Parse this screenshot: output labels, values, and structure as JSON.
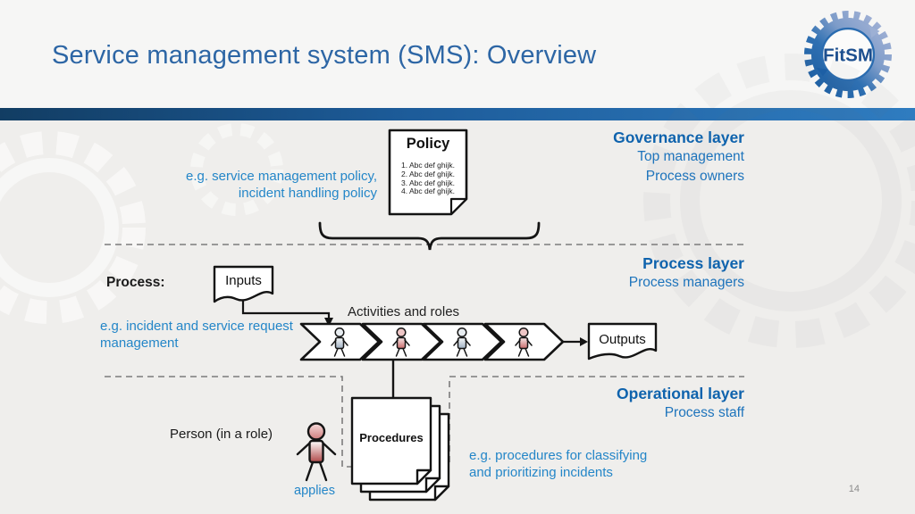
{
  "header": {
    "title": "Service management system (SMS): Overview"
  },
  "logo": {
    "label": "FitSM"
  },
  "governance": {
    "title": "Governance layer",
    "line1": "Top management",
    "line2": "Process owners"
  },
  "policy": {
    "example_line1": "e.g. service management policy,",
    "example_line2": "incident handling policy",
    "doc_title": "Policy",
    "items": [
      "1. Abc def ghijk.",
      "2. Abc def ghijk.",
      "3. Abc def ghijk.",
      "4. Abc def ghijk."
    ]
  },
  "process": {
    "title": "Process layer",
    "line1": "Process managers",
    "label": "Process:",
    "inputs": "Inputs",
    "outputs": "Outputs",
    "activities": "Activities and roles",
    "example_line1": "e.g. incident and service request",
    "example_line2": "management"
  },
  "operational": {
    "title": "Operational layer",
    "line1": "Process staff",
    "person_label": "Person (in a role)",
    "applies": "applies",
    "procedures": "Procedures",
    "example_line1": "e.g. procedures for classifying",
    "example_line2": "and prioritizing incidents"
  },
  "footer": {
    "page_number": "14"
  },
  "colors": {
    "title_blue": "#2d66a5",
    "layer_head_blue": "#0f63ad",
    "layer_sub_blue": "#1e74bc",
    "note_blue": "#2486c8",
    "accent_bar": "#1d5c9a",
    "shape_stroke": "#141414",
    "dashed_line": "#7c7c7c",
    "person_blue_body": "#9fb0c2",
    "person_pink_body": "#c96b6b"
  }
}
